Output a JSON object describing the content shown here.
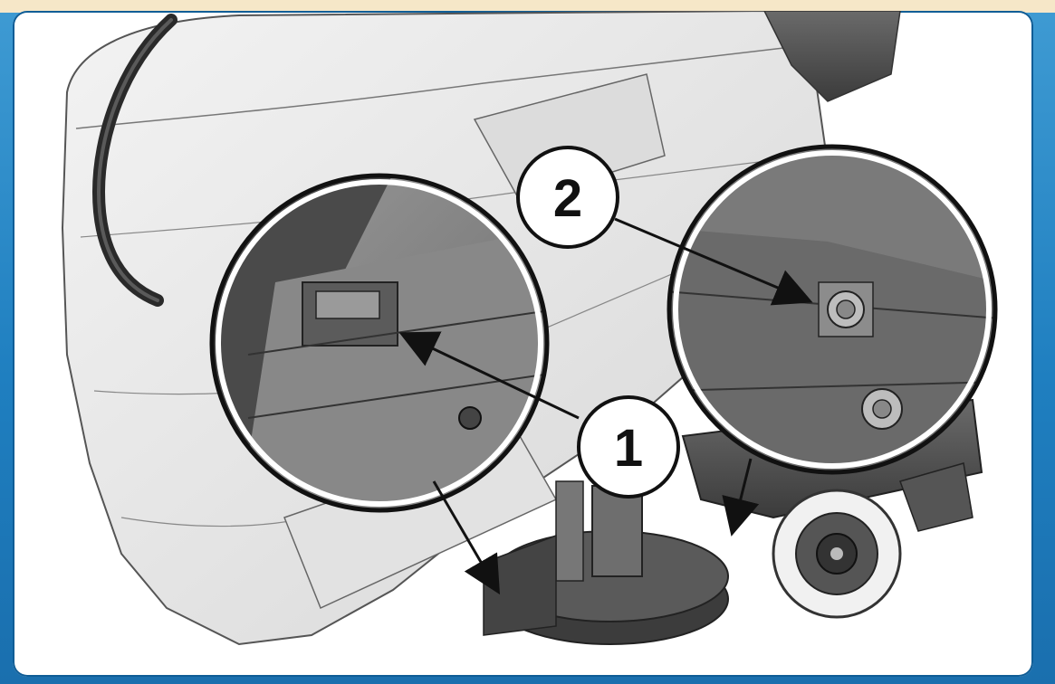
{
  "diagram": {
    "callouts": [
      {
        "id": "1",
        "label": "1"
      },
      {
        "id": "2",
        "label": "2"
      }
    ],
    "colors": {
      "frame": "#1f7fc0",
      "header_strip": "#f6e7c8",
      "panel": "#ffffff",
      "machine_light": "#e9e9e9",
      "machine_dark": "#4a4a4a"
    }
  }
}
